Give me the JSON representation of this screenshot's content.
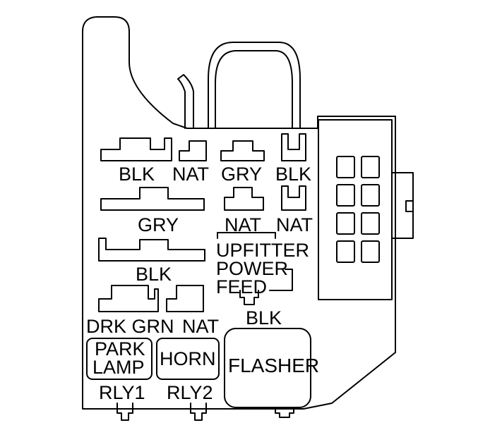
{
  "connector_labels": {
    "blk_1": "BLK",
    "nat_1": "NAT",
    "gry_1": "GRY",
    "blk_2": "BLK",
    "gry_2": "GRY",
    "nat_2": "NAT",
    "nat_3": "NAT",
    "blk_3": "BLK",
    "drk_grn": "DRK GRN",
    "nat_4": "NAT",
    "blk_4": "BLK"
  },
  "upfitter": {
    "line1": "UPFITTER",
    "line2": "POWER",
    "line3": "FEED"
  },
  "relays": {
    "park_lamp_line1": "PARK",
    "park_lamp_line2": "LAMP",
    "horn": "HORN",
    "rly1": "RLY1",
    "rly2": "RLY2"
  },
  "flasher": "FLASHER"
}
